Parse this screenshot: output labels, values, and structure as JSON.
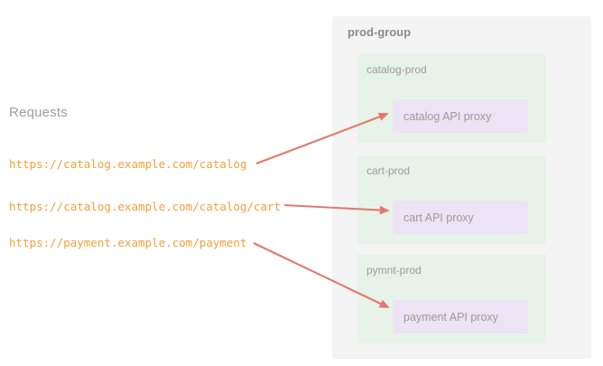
{
  "diagram": {
    "background_color": "#ffffff",
    "arrow_color": "#e4786f",
    "panel_color": "#f4f4f4",
    "subgroup_color": "#e7f3e8",
    "proxy_color": "#ece4f4",
    "url_color": "#f2a03c",
    "label_color": "#9a9a9a"
  },
  "requests": {
    "title": "Requests",
    "items": [
      {
        "url": "https://catalog.example.com/catalog"
      },
      {
        "url": "https://catalog.example.com/catalog/cart"
      },
      {
        "url": "https://payment.example.com/payment"
      }
    ]
  },
  "group": {
    "title": "prod-group",
    "subgroups": [
      {
        "title": "catalog-prod",
        "proxy": "catalog API proxy"
      },
      {
        "title": "cart-prod",
        "proxy": "cart API proxy"
      },
      {
        "title": "pymnt-prod",
        "proxy": "payment API proxy"
      }
    ]
  },
  "arrows": [
    {
      "from": "https://catalog.example.com/catalog",
      "to": "catalog API proxy"
    },
    {
      "from": "https://catalog.example.com/catalog/cart",
      "to": "cart API proxy"
    },
    {
      "from": "https://payment.example.com/payment",
      "to": "payment API proxy"
    }
  ]
}
